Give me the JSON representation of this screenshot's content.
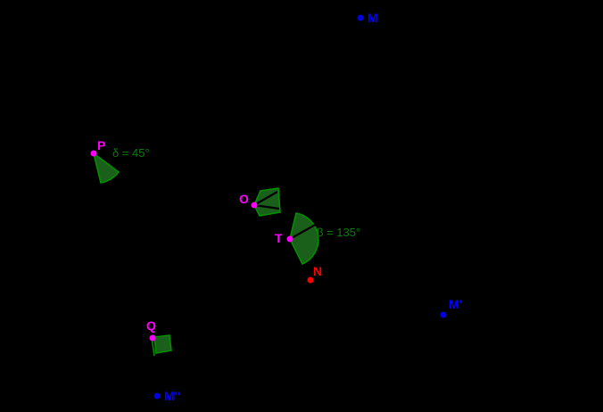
{
  "canvas": {
    "background_color": "#000000",
    "accent_green": "#009000",
    "sector_fill_green": "#1a5f1a",
    "angle_text_green": "#0c7c0c"
  },
  "points": [
    {
      "label": "M",
      "color": "#0000ff"
    },
    {
      "label": "P",
      "color": "#ff00ff"
    },
    {
      "label": "O",
      "color": "#ff00ff"
    },
    {
      "label": "T",
      "color": "#ff00ff"
    },
    {
      "label": "N",
      "color": "#ff0000"
    },
    {
      "label": "M'",
      "color": "#0000ff"
    },
    {
      "label": "Q",
      "color": "#ff00ff"
    },
    {
      "label": "M''",
      "color": "#0000ff"
    }
  ],
  "angles": [
    {
      "vertex": "P",
      "label": "δ = 45°",
      "value_degrees": 45,
      "color": "#0c7c0c"
    },
    {
      "vertex": "O",
      "label": "",
      "value_degrees": 90,
      "color": "#0c7c0c"
    },
    {
      "vertex": "T",
      "label": "β = 135°",
      "value_degrees": 135,
      "color": "#0c7c0c"
    },
    {
      "vertex": "Q",
      "label": "",
      "value_degrees": 90,
      "color": "#0c7c0c"
    }
  ]
}
